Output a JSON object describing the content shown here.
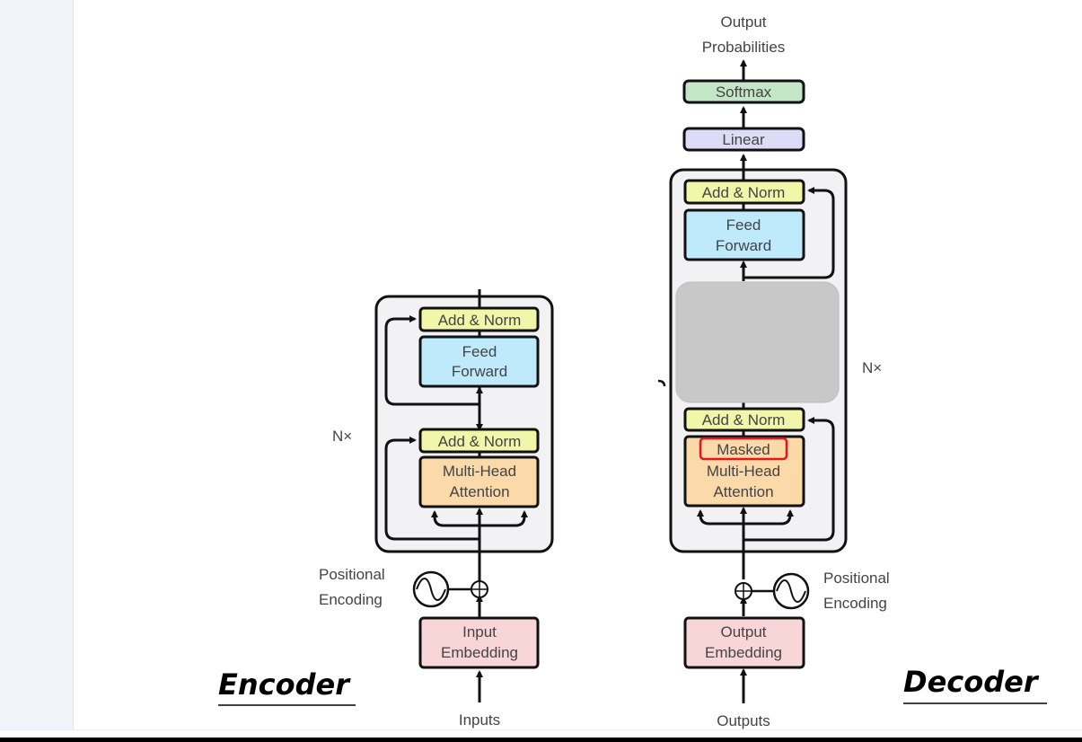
{
  "encoder": {
    "title": "Encoder",
    "repeat_label": "N×",
    "add_norm_top": "Add & Norm",
    "feed_forward": [
      "Feed",
      "Forward"
    ],
    "add_norm_bottom": "Add & Norm",
    "attention": [
      "Multi-Head",
      "Attention"
    ],
    "positional_encoding": [
      "Positional",
      "Encoding"
    ],
    "embedding": [
      "Input",
      "Embedding"
    ],
    "input_label": "Inputs"
  },
  "decoder": {
    "title": "Decoder",
    "repeat_label": "N×",
    "output_label": [
      "Output",
      "Probabilities"
    ],
    "softmax": "Softmax",
    "linear": "Linear",
    "add_norm_top": "Add & Norm",
    "feed_forward": [
      "Feed",
      "Forward"
    ],
    "hidden_block_note": "obscured by gray overlay",
    "add_norm_bottom": "Add & Norm",
    "attention": [
      "Masked",
      "Multi-Head",
      "Attention"
    ],
    "highlighted_word": "Masked",
    "positional_encoding": [
      "Positional",
      "Encoding"
    ],
    "embedding": [
      "Output",
      "Embedding"
    ],
    "input_label": "Outputs"
  },
  "colors": {
    "add_norm": "#f2f6a8",
    "feed_forward": "#bfeafc",
    "attention": "#fbd9a8",
    "embedding": "#f8d6d8",
    "softmax": "#c3e6c6",
    "linear": "#dcdcf6",
    "stack_bg": "#f2f2f4",
    "overlay": "#c8c8c8",
    "highlight": "#e8161c"
  }
}
